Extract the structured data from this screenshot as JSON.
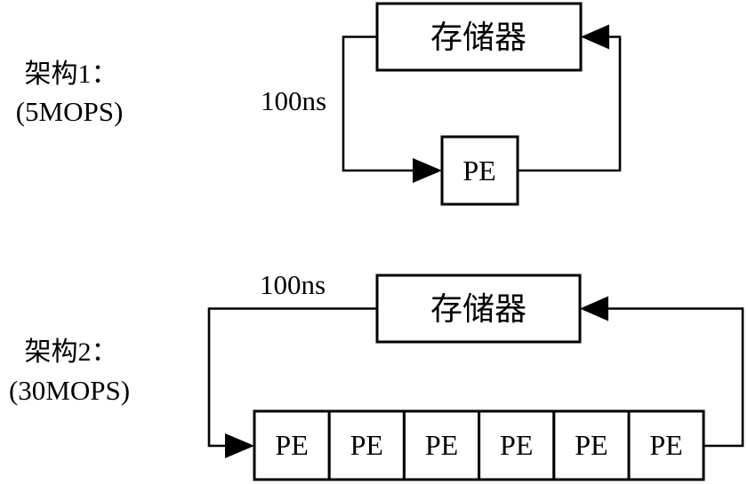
{
  "colors": {
    "line": "#000000",
    "background": "#ffffff"
  },
  "arch1": {
    "name": "架构1：",
    "performance": "(5MOPS)",
    "latency": "100ns",
    "memory_label": "存储器",
    "pe_label": "PE"
  },
  "arch2": {
    "name": "架构2：",
    "performance": "(30MOPS)",
    "latency": "100ns",
    "memory_label": "存储器",
    "pe_units": [
      "PE",
      "PE",
      "PE",
      "PE",
      "PE",
      "PE"
    ]
  }
}
